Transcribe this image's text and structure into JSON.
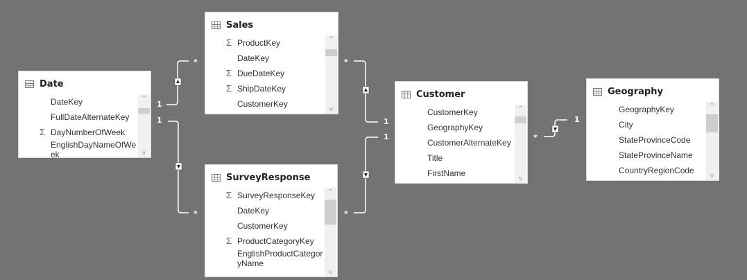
{
  "tables": [
    {
      "id": "date",
      "title": "Date",
      "fields": [
        {
          "name": "DateKey",
          "sum": false
        },
        {
          "name": "FullDateAlternateKey",
          "sum": false
        },
        {
          "name": "DayNumberOfWeek",
          "sum": true
        },
        {
          "name": "EnglishDayNameOfWeek",
          "sum": false
        }
      ]
    },
    {
      "id": "sales",
      "title": "Sales",
      "fields": [
        {
          "name": "ProductKey",
          "sum": true
        },
        {
          "name": "DateKey",
          "sum": false
        },
        {
          "name": "DueDateKey",
          "sum": true
        },
        {
          "name": "ShipDateKey",
          "sum": true
        },
        {
          "name": "CustomerKey",
          "sum": false
        }
      ]
    },
    {
      "id": "survey",
      "title": "SurveyResponse",
      "fields": [
        {
          "name": "SurveyResponseKey",
          "sum": true
        },
        {
          "name": "DateKey",
          "sum": false
        },
        {
          "name": "CustomerKey",
          "sum": false
        },
        {
          "name": "ProductCategoryKey",
          "sum": true
        },
        {
          "name": "EnglishProductCategoryName",
          "sum": false
        }
      ]
    },
    {
      "id": "customer",
      "title": "Customer",
      "fields": [
        {
          "name": "CustomerKey",
          "sum": false
        },
        {
          "name": "GeographyKey",
          "sum": false
        },
        {
          "name": "CustomerAlternateKey",
          "sum": false
        },
        {
          "name": "Title",
          "sum": false
        },
        {
          "name": "FirstName",
          "sum": false
        }
      ]
    },
    {
      "id": "geography",
      "title": "Geography",
      "fields": [
        {
          "name": "GeographyKey",
          "sum": false
        },
        {
          "name": "City",
          "sum": false
        },
        {
          "name": "StateProvinceCode",
          "sum": false
        },
        {
          "name": "StateProvinceName",
          "sum": false
        },
        {
          "name": "CountryRegionCode",
          "sum": false
        }
      ]
    }
  ],
  "relationships": [
    {
      "from": "Date",
      "to": "Sales",
      "from_card": "1",
      "to_card": "*"
    },
    {
      "from": "Date",
      "to": "SurveyResponse",
      "from_card": "1",
      "to_card": "*"
    },
    {
      "from": "Sales",
      "to": "Customer",
      "from_card": "*",
      "to_card": "1"
    },
    {
      "from": "SurveyResponse",
      "to": "Customer",
      "from_card": "*",
      "to_card": "1"
    },
    {
      "from": "Customer",
      "to": "Geography",
      "from_card": "*",
      "to_card": "1"
    }
  ],
  "icons": {
    "table": "table-icon",
    "sum": "sigma-icon",
    "sum_glyph": "Σ",
    "scroll_up": "^",
    "scroll_down": "v"
  },
  "colors": {
    "canvas": "#737373",
    "card": "#ffffff",
    "line": "#ffffff"
  }
}
